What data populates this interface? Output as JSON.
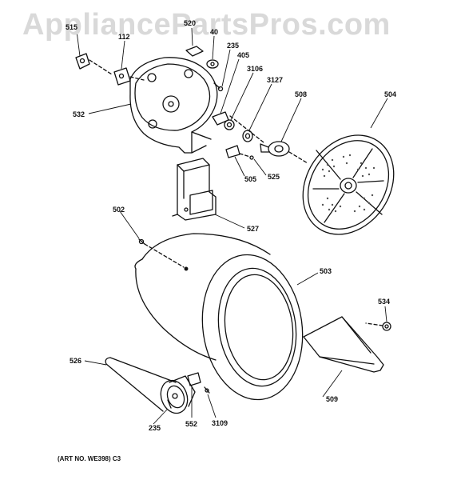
{
  "watermark": "AppliancePartsPros.com",
  "art_number": "(ART NO. WE398) C3",
  "callouts": [
    "515",
    "112",
    "520",
    "40",
    "235",
    "405",
    "3106",
    "3127",
    "508",
    "504",
    "532",
    "505",
    "525",
    "502",
    "527",
    "503",
    "534",
    "526",
    "509",
    "235",
    "552",
    "3109"
  ]
}
